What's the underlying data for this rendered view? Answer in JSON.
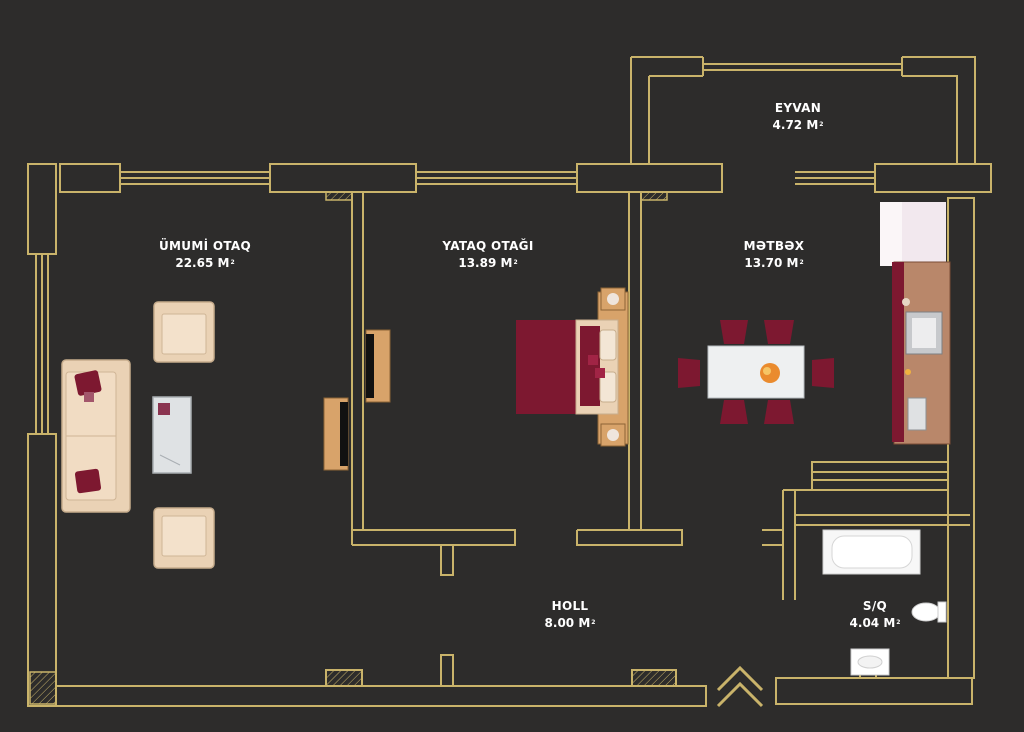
{
  "rooms": {
    "umumi_otaq": {
      "name": "ÜMUMİ OTAQ",
      "area": "22.65 M",
      "unit_sup": "2"
    },
    "yataq_otagi": {
      "name": "YATAQ OTAĞI",
      "area": "13.89 M",
      "unit_sup": "2"
    },
    "metbex": {
      "name": "MƏTBƏX",
      "area": "13.70 M",
      "unit_sup": "2"
    },
    "eyvan": {
      "name": "EYVAN",
      "area": "4.72 M",
      "unit_sup": "2"
    },
    "holl": {
      "name": "HOLL",
      "area": "8.00 M",
      "unit_sup": "2"
    },
    "sq": {
      "name": "S/Q",
      "area": "4.04 M",
      "unit_sup": "2"
    }
  },
  "colors": {
    "background": "#2d2c2b",
    "wall": "#c9b36a",
    "furniture_wine": "#7d1830",
    "furniture_cream": "#ead2b5",
    "text": "#ffffff"
  },
  "icons": {
    "entrance": "double-chevron-up-icon"
  }
}
